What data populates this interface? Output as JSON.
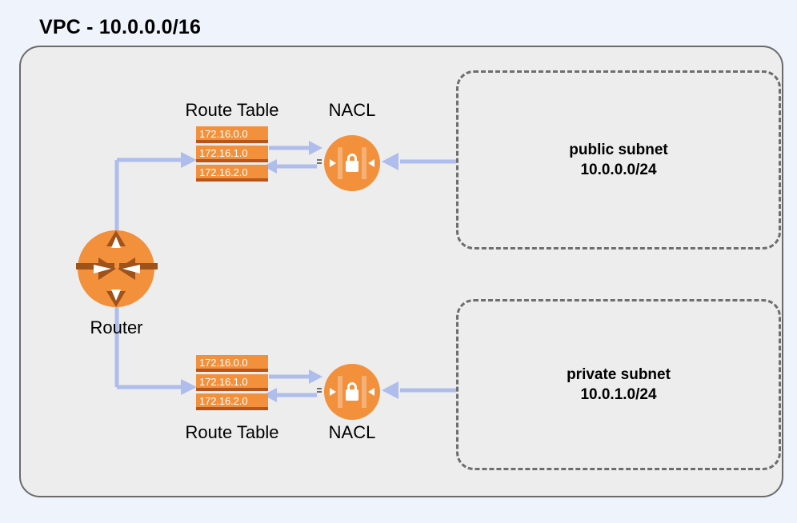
{
  "title": "VPC - 10.0.0.0/16",
  "colors": {
    "page_background": "#eef3fc",
    "vpc_fill": "#ededed",
    "vpc_border": "#6b6b6b",
    "subnet_border": "#6e6e6e",
    "accent_orange": "#f2903c",
    "accent_orange_dark": "#b8551a",
    "connector_blue": "#aebdec",
    "text": "#000000"
  },
  "vpc": {
    "label": "VPC - 10.0.0.0/16",
    "cidr": "10.0.0.0/16"
  },
  "router": {
    "label": "Router",
    "icon": "router-icon"
  },
  "route_tables": [
    {
      "label": "Route Table",
      "label_position": "above",
      "rows": [
        "172.16.0.0",
        "172.16.1.0",
        "172.16.2.0"
      ]
    },
    {
      "label": "Route Table",
      "label_position": "below",
      "rows": [
        "172.16.0.0",
        "172.16.1.0",
        "172.16.2.0"
      ]
    }
  ],
  "nacls": [
    {
      "label": "NACL",
      "label_position": "above",
      "icon": "lock-icon"
    },
    {
      "label": "NACL",
      "label_position": "below",
      "icon": "lock-icon"
    }
  ],
  "subnets": [
    {
      "name": "public subnet",
      "cidr": "10.0.0.0/24"
    },
    {
      "name": "private subnet",
      "cidr": "10.0.1.0/24"
    }
  ]
}
